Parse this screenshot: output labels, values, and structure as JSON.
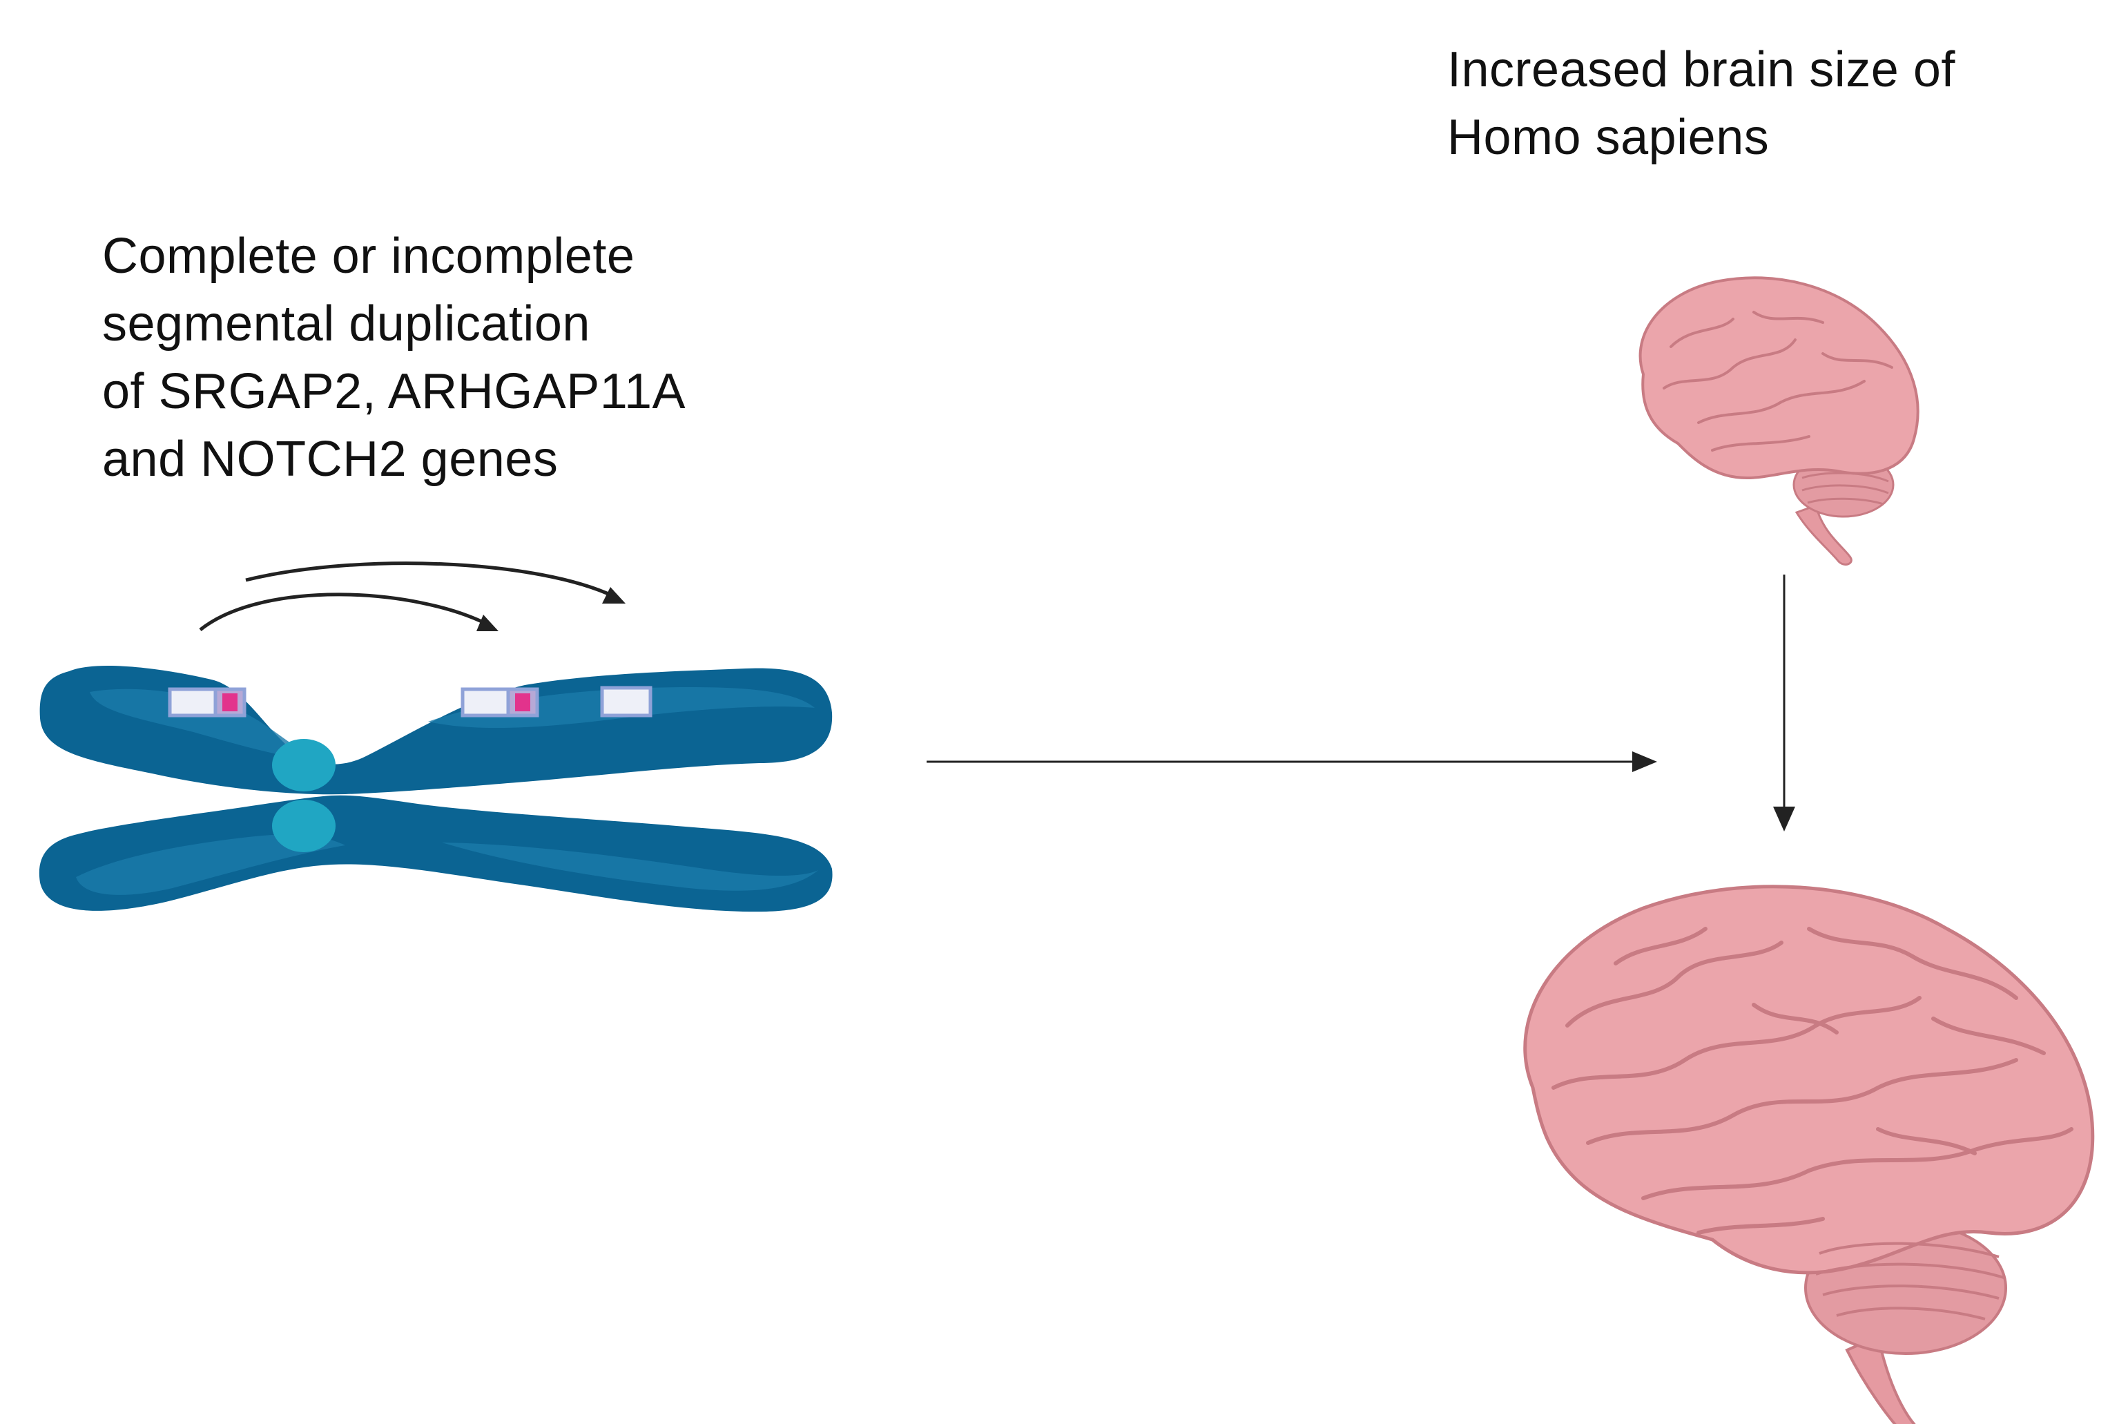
{
  "labels": {
    "duplication": [
      "Complete or incomplete",
      "segmental duplication",
      "of SRGAP2, ARHGAP11A",
      "and NOTCH2 genes"
    ],
    "brain_size": [
      "Increased brain size of",
      "Homo sapiens"
    ]
  },
  "colors": {
    "chromosome": "#0b6493",
    "chromosome_highlight": "#1a7aaa",
    "centromere": "#20a6c3",
    "gene_box_fill": "#eef0f8",
    "gene_box_border": "#8fa2d8",
    "gene_marker": "#e2338c",
    "brain": "#eba5ab",
    "brain_stroke": "#c87b83",
    "arrow": "#222222"
  },
  "icons": {
    "chromosome": "chromosome-icon",
    "small_brain": "brain-icon",
    "large_brain": "brain-icon"
  }
}
